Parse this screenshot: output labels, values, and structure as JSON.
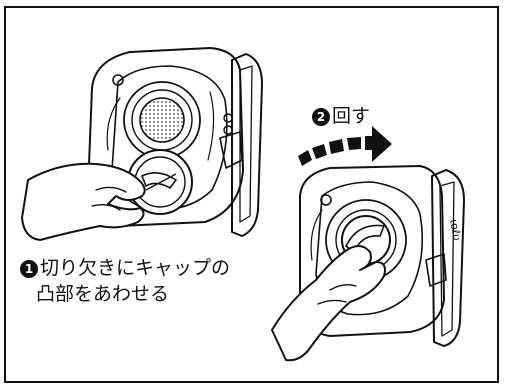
{
  "steps": [
    {
      "number": "1",
      "text_line1": "切り欠きにキャップの",
      "text_line2": "凸部をあわせる"
    },
    {
      "number": "2",
      "text": "回す"
    }
  ],
  "colors": {
    "ink": "#111111",
    "paper": "#ffffff",
    "stipple": "#444444"
  },
  "icons": {
    "step_marker": "black-circled-number",
    "direction_arrow": "dashed-curved-arrow-right"
  }
}
